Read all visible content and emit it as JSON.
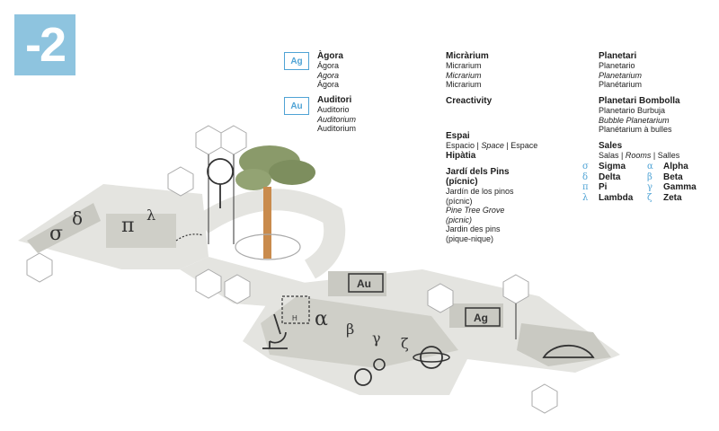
{
  "floor": {
    "label": "-2"
  },
  "legend": {
    "agora": {
      "icon_text": "Ag",
      "title": "Àgora",
      "l1": "Ágora",
      "l2": "Agora",
      "l3": "Ágora"
    },
    "auditori": {
      "icon_text": "Au",
      "title": "Auditori",
      "l1": "Auditorio",
      "l2": "Auditorium",
      "l3": "Auditorium"
    },
    "micrarium": {
      "title": "Micràrium",
      "l1": "Micrarium",
      "l2": "Micrarium",
      "l3": "Micrarium"
    },
    "creactivity": {
      "title": "Creactivity"
    },
    "espai": {
      "title": "Espai",
      "sub_a": "Espacio | ",
      "sub_b": "Space",
      "sub_c": " | Espace",
      "title2": "Hipàtia"
    },
    "jardi": {
      "title": "Jardí dels Pins",
      "title2": "(pícnic)",
      "l1": "Jardín de los pinos",
      "l2": "(pícnic)",
      "l3": "Pine Tree Grove",
      "l4": "(picnic)",
      "l5": "Jardin des pins",
      "l6": "(pique-nique)"
    },
    "planetari": {
      "title": "Planetari",
      "l1": "Planetario",
      "l2": "Planetarium",
      "l3": "Planétarium"
    },
    "bombolla": {
      "title": "Planetari Bombolla",
      "l1": "Planetario Burbuja",
      "l2": "Bubble Planetarium",
      "l3": "Planétarium à bulles"
    },
    "sales": {
      "title": "Sales",
      "sub_a": "Salas | ",
      "sub_b": "Rooms",
      "sub_c": " | Salles",
      "rooms": [
        {
          "glyph": "σ",
          "name": "Sigma"
        },
        {
          "glyph": "α",
          "name": "Alpha"
        },
        {
          "glyph": "δ",
          "name": "Delta"
        },
        {
          "glyph": "β",
          "name": "Beta"
        },
        {
          "glyph": "π",
          "name": "Pi"
        },
        {
          "glyph": "γ",
          "name": "Gamma"
        },
        {
          "glyph": "λ",
          "name": "Lambda"
        },
        {
          "glyph": "ζ",
          "name": "Zeta"
        }
      ]
    }
  },
  "map": {
    "rooms": {
      "sigma": "σ",
      "delta": "δ",
      "pi": "π",
      "lambda": "λ",
      "alpha": "α",
      "beta": "β",
      "gamma": "γ",
      "zeta": "ζ"
    },
    "auditori_label": "Au",
    "agora_label": "Ag",
    "hipatia_label": "H"
  },
  "colors": {
    "accent": "#4fa3d5",
    "badge": "#8ec4df",
    "floor": "#e4e4e0",
    "room": "#c9c9c2",
    "tree": "#8a9a6a"
  }
}
